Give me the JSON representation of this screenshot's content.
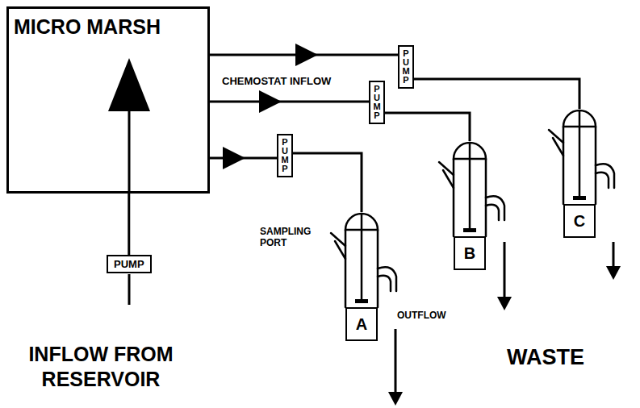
{
  "diagram": {
    "nodes": [
      {
        "text": [
          "MICRO MARSH"
        ]
      },
      {
        "text": [
          "PUMP"
        ]
      },
      {
        "text": [
          "PUMP"
        ]
      },
      {
        "text": [
          "PUMP"
        ]
      },
      {
        "text": [
          "PUMP"
        ]
      },
      {
        "text": [
          "A"
        ]
      },
      {
        "text": [
          "B"
        ]
      },
      {
        "text": [
          "C"
        ]
      }
    ],
    "edges": [
      {
        "from": 0,
        "to": 1,
        "arrow": "to"
      },
      {
        "from": 0,
        "to": 2,
        "arrow": "to"
      },
      {
        "from": 0,
        "to": 3,
        "arrow": "to"
      },
      {
        "from": 1,
        "to": 7,
        "arrow": "none"
      },
      {
        "from": 2,
        "to": 6,
        "arrow": "none"
      },
      {
        "from": 3,
        "to": 5,
        "arrow": "none"
      },
      {
        "from": 4,
        "to": 0,
        "arrow": "none"
      }
    ],
    "labels": [
      "CHEMOSTAT INFLOW",
      "SAMPLING PORT",
      "OUTFLOW",
      "WASTE",
      "INFLOW FROM RESERVOIR"
    ]
  }
}
